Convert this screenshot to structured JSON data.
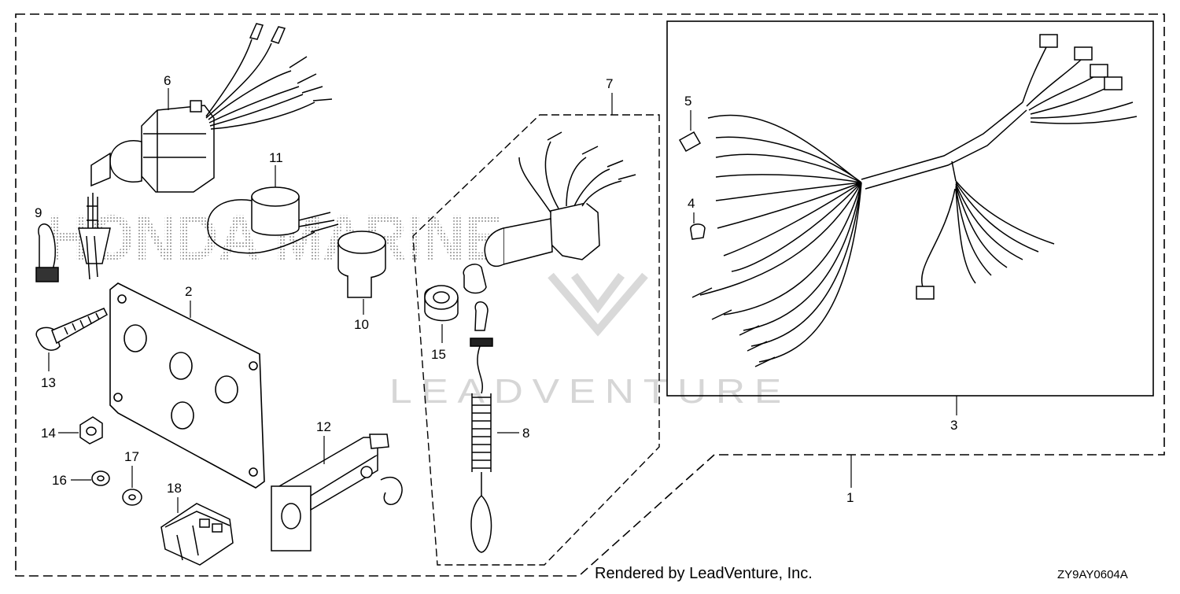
{
  "diagram": {
    "watermark_brand": "HONDA MARINE",
    "watermark_vendor": "LEADVENTURE",
    "footer": {
      "credit": "Rendered by LeadVenture, Inc.",
      "code": "ZY9AY0604A"
    },
    "callouts": [
      "1",
      "2",
      "3",
      "4",
      "5",
      "6",
      "7",
      "8",
      "9",
      "10",
      "11",
      "12",
      "13",
      "14",
      "15",
      "16",
      "17",
      "18"
    ]
  }
}
